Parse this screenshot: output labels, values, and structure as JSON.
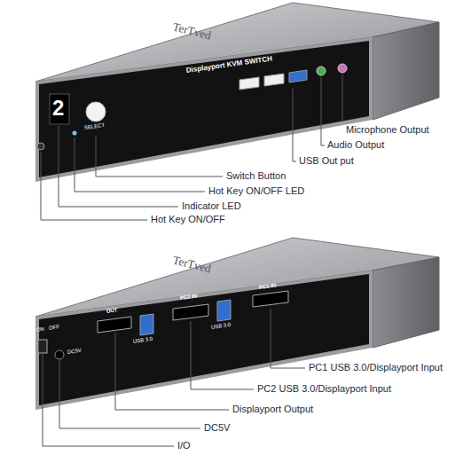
{
  "diagram": {
    "labels": [
      "TerTved",
      "2",
      "SELECT",
      "Displayport KVM SWITCH",
      "Microphone Output",
      "Audio Output",
      "USB Out put",
      "Switch Button",
      "Hot Key ON/OFF LED",
      "Indicator LED",
      "Hot Key ON/OFF",
      "TerTved",
      "ON",
      "OFF",
      "DC5V",
      "OUT",
      "USB 3.0",
      "PC2 IN",
      "USB 3.0",
      "PC1 IN",
      "PC1 USB 3.0/Displayport Input",
      "PC2 USB 3.0/Displayport Input",
      "Displayport Output",
      "DC5V",
      "I/O"
    ]
  }
}
